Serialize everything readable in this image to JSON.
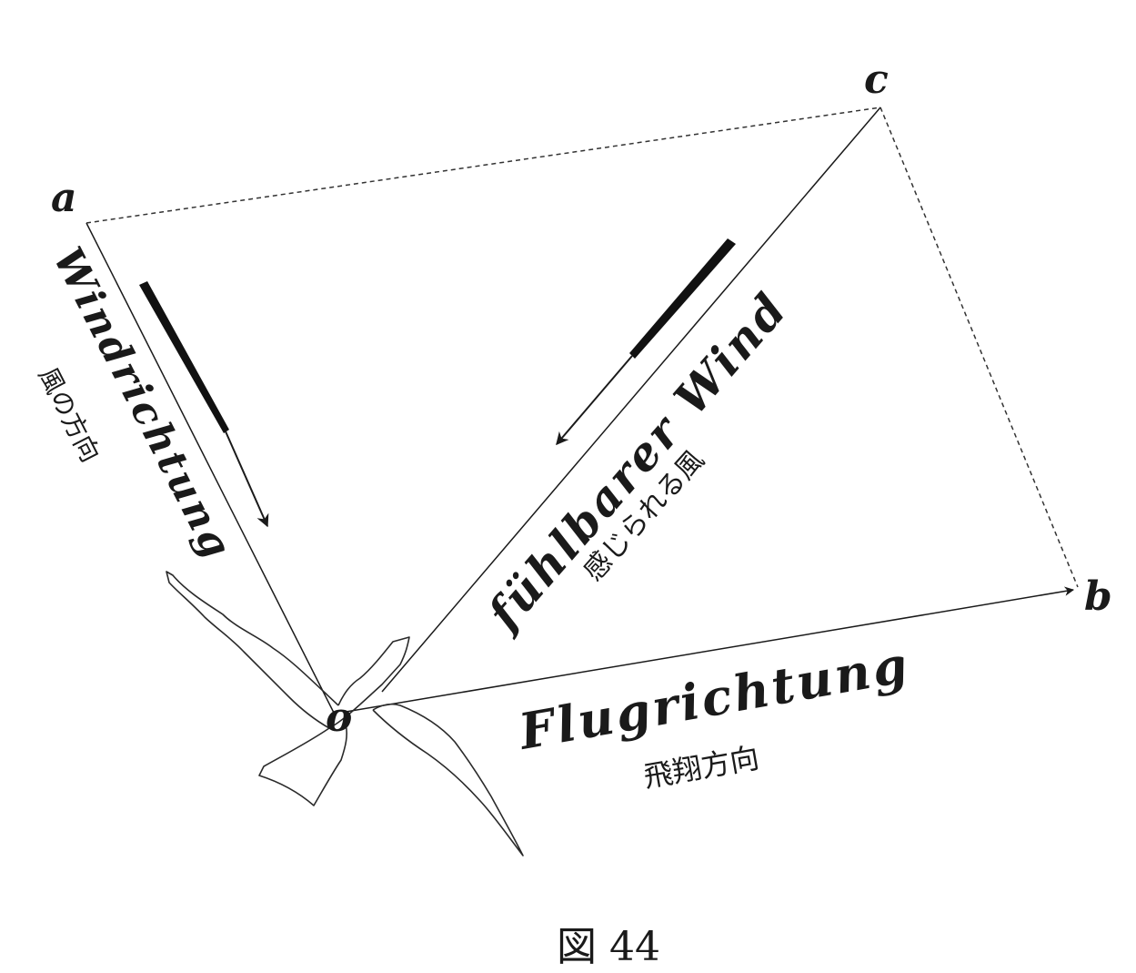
{
  "points": {
    "a": "a",
    "b": "b",
    "c": "c",
    "o": "o"
  },
  "labels": {
    "wind_direction_de": "Windrichtung",
    "wind_direction_jp": "風の方向",
    "felt_wind_de": "fühlbarer Wind",
    "felt_wind_jp": "感じられる風",
    "flight_direction_de": "Flugrichtung",
    "flight_direction_jp": "飛翔方向"
  },
  "caption": "図 44"
}
